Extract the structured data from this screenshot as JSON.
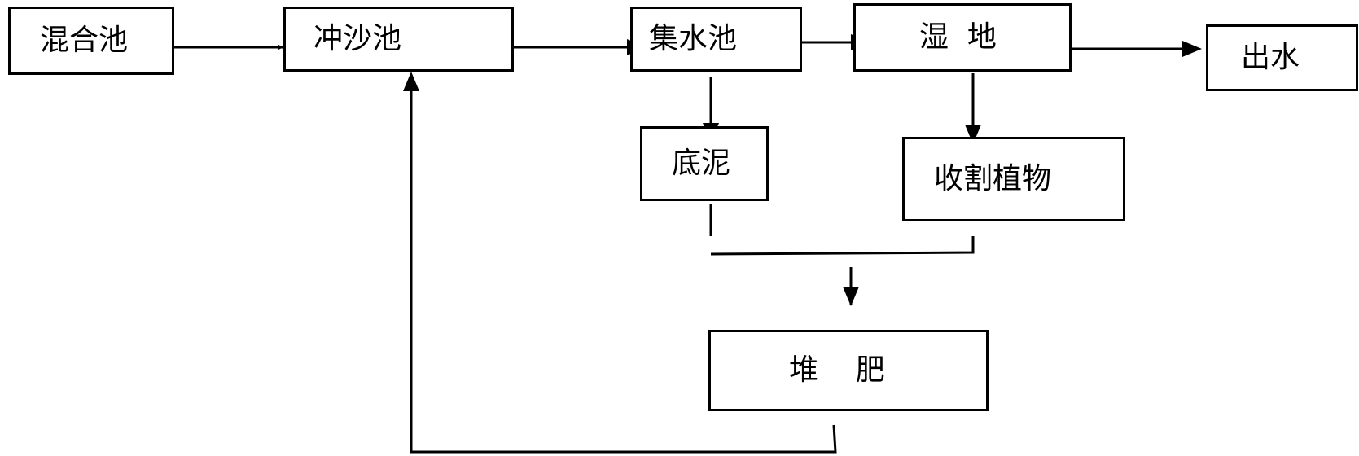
{
  "nodes": {
    "mixing_tank": "混合池",
    "flushing_tank": "冲沙池",
    "collection_tank": "集水池",
    "wetland": "湿  地",
    "effluent": "出水",
    "sediment": "底泥",
    "harvested_plants": "收割植物",
    "compost": "堆    肥"
  },
  "colors": {
    "stroke": "#000000",
    "background": "#ffffff"
  }
}
